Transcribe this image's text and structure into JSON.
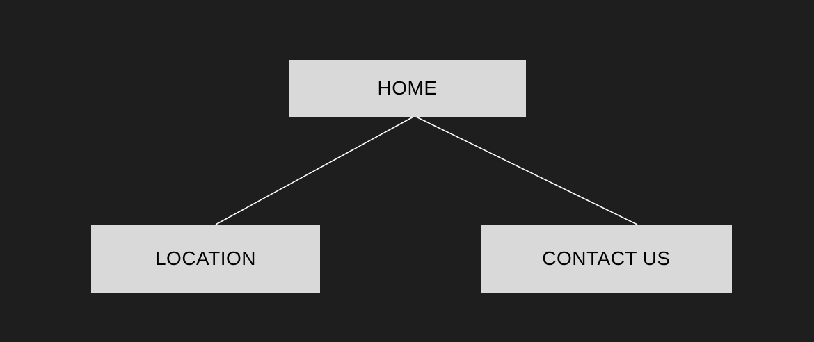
{
  "diagram": {
    "colors": {
      "background": "#1e1e1e",
      "node_fill": "#d9d9d9",
      "node_text": "#000000",
      "connector": "#ffffff"
    },
    "nodes": {
      "home": {
        "label": "HOME"
      },
      "location": {
        "label": "LOCATION"
      },
      "contact": {
        "label": "CONTACT US"
      }
    },
    "edges": [
      {
        "from": "home",
        "to": "location"
      },
      {
        "from": "home",
        "to": "contact"
      }
    ]
  }
}
